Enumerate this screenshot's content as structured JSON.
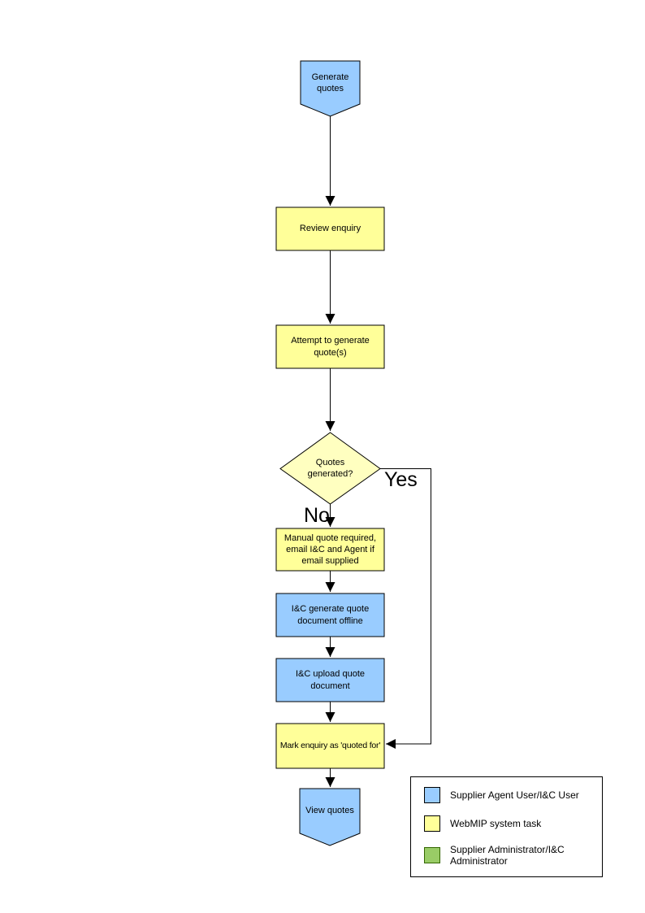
{
  "colors": {
    "actor_blue": "#99CCFF",
    "system_yellow": "#FFFF99",
    "decision_yellow": "#FFFFC0",
    "admin_green": "#99CC66",
    "line_black": "#000000"
  },
  "flow": {
    "nodes": {
      "start": {
        "label": "Generate quotes",
        "fill": "#99CCFF"
      },
      "review": {
        "label": "Review enquiry",
        "fill": "#FFFF99"
      },
      "attempt": {
        "label": "Attempt to generate quote(s)",
        "fill": "#FFFF99"
      },
      "decision": {
        "label": "Quotes generated?",
        "fill": "#FFFFC0"
      },
      "manual": {
        "label": "Manual quote required, email I&C and Agent if email supplied",
        "fill": "#FFFF99"
      },
      "ic_generate": {
        "label": "I&C generate quote document offline",
        "fill": "#99CCFF"
      },
      "ic_upload": {
        "label": "I&C upload quote document",
        "fill": "#99CCFF"
      },
      "mark": {
        "label": "Mark enquiry as 'quoted for'",
        "fill": "#FFFF99"
      },
      "end": {
        "label": "View quotes",
        "fill": "#99CCFF"
      }
    },
    "branch_labels": {
      "yes": "Yes",
      "no": "No"
    }
  },
  "legend": {
    "items": [
      {
        "swatch": "#99CCFF",
        "label": "Supplier Agent User/I&C User"
      },
      {
        "swatch": "#FFFF99",
        "label": "WebMIP system task"
      },
      {
        "swatch": "#99CC66",
        "label": "Supplier Administrator/I&C Administrator"
      }
    ]
  }
}
